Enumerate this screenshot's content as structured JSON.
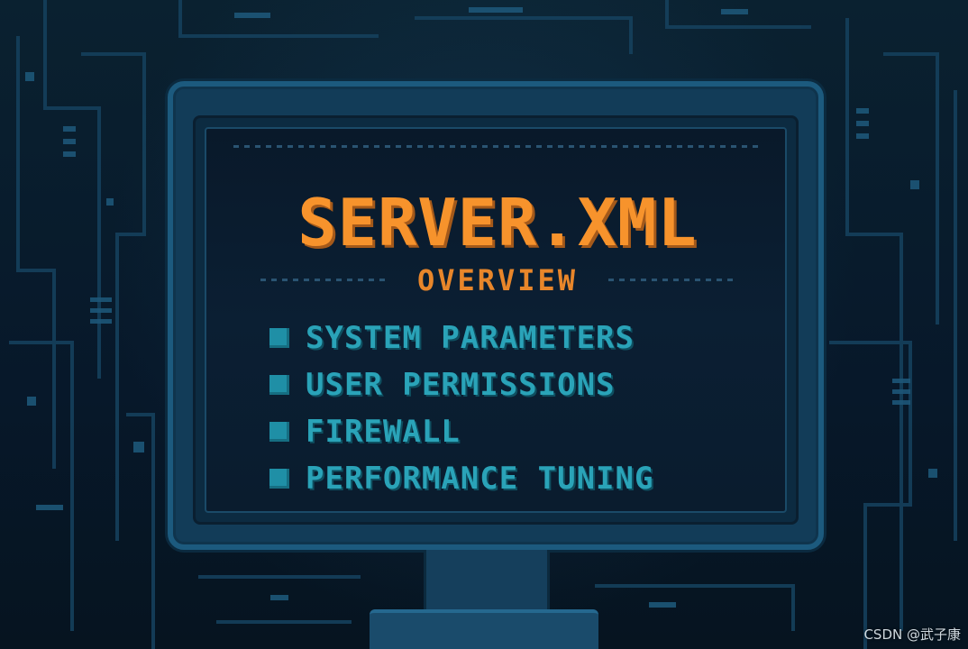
{
  "screen": {
    "title": "SERVER.XML",
    "subtitle": "OVERVIEW",
    "items": [
      {
        "label": "SYSTEM PARAMETERS"
      },
      {
        "label": "USER PERMISSIONS"
      },
      {
        "label": "FIREWALL"
      },
      {
        "label": "PERFORMANCE TUNING"
      }
    ]
  },
  "watermark": "CSDN @武子康",
  "colors": {
    "background": "#06141f",
    "title": "#f7932c",
    "item_text": "#2aa3b8",
    "bullet": "#1f8fa6",
    "monitor_frame": "#1c5a7e"
  }
}
